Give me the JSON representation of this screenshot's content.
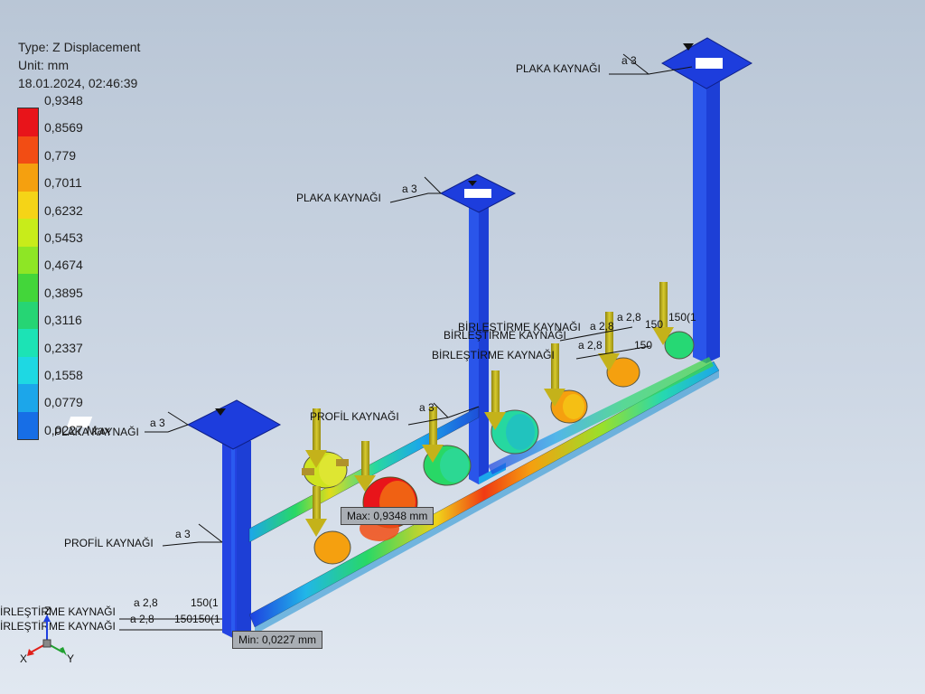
{
  "legend": {
    "type_line": "Type: Z Displacement",
    "unit_line": "Unit: mm",
    "date_line": "18.01.2024, 02:46:39",
    "values": [
      "0,9348",
      "0,8569",
      "0,779",
      "0,7011",
      "0,6232",
      "0,5453",
      "0,4674",
      "0,3895",
      "0,3116",
      "0,2337",
      "0,1558",
      "0,0779",
      "0,0227 Max"
    ],
    "colors": [
      "#e8141a",
      "#f24d14",
      "#f5a00f",
      "#f5d417",
      "#c8ec1a",
      "#8ee625",
      "#43d63a",
      "#26d574",
      "#1ce3b5",
      "#1ed8e3",
      "#1ca6ea",
      "#176ee6",
      "#1e2ae0"
    ]
  },
  "probes": {
    "max_label": "Max: 0,9348 mm",
    "min_label": "Min: 0,0227 mm"
  },
  "weld": {
    "plaka": "PLAKA KAYNAĞI",
    "profil": "PROFİL KAYNAĞI",
    "birlestirme": "BİRLEŞTİRME KAYNAĞI",
    "birlestirme_cut": "İRLEŞTİRME KAYNAĞI",
    "a3": "a 3",
    "a28": "a 2,8",
    "dim150": "150(1",
    "dim150b": "150150(1",
    "dim150c": "150",
    "dim150d": "150(1"
  },
  "axes": {
    "x": "X",
    "y": "Y",
    "z": "Z"
  },
  "colors": {
    "frame_blue": "#1d4fd9",
    "hot": "#e8141a",
    "load_arrow": "#c8b81a"
  }
}
